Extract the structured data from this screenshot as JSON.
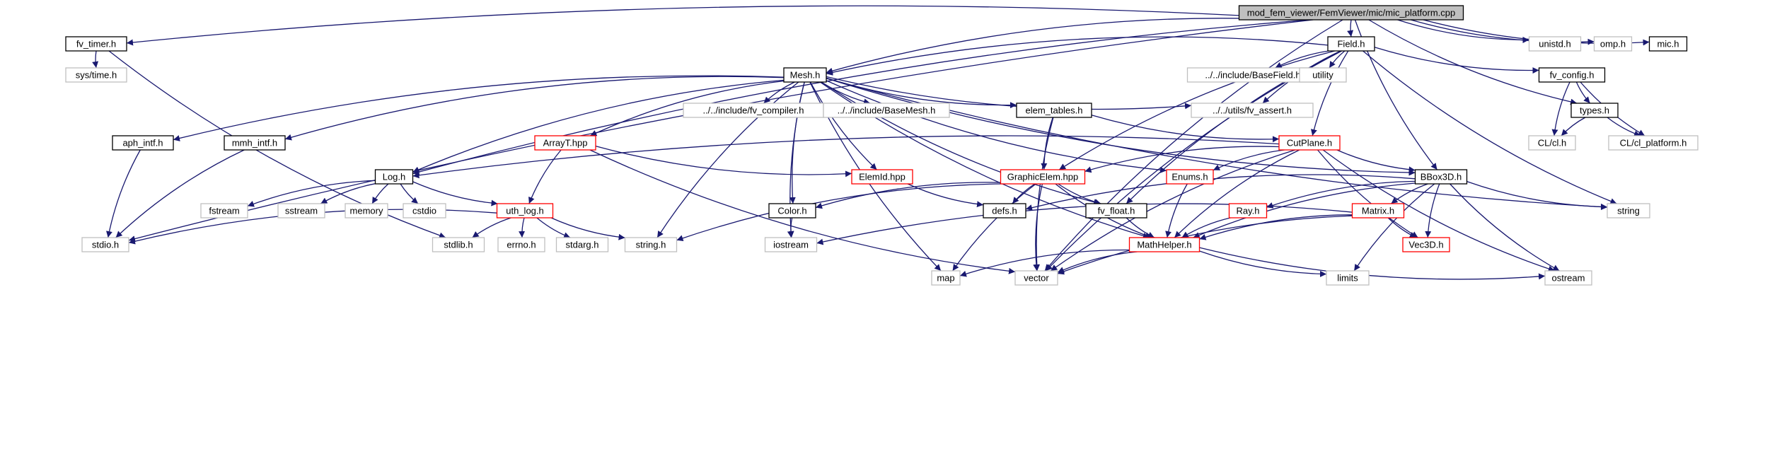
{
  "diagram": {
    "colors": {
      "edge": "#191970",
      "root_fill": "#bfbfbf",
      "local_border": "#000000",
      "linked_border": "#ff0000",
      "system_border": "#bfbfbf"
    },
    "nodes": [
      {
        "id": "mic_platform_cpp",
        "label": "mod_fem_viewer/FemViewer/mic/mic_platform.cpp",
        "kind": "root"
      },
      {
        "id": "fv_timer_h",
        "label": "fv_timer.h",
        "kind": "local"
      },
      {
        "id": "sys_time_h",
        "label": "sys/time.h",
        "kind": "system"
      },
      {
        "id": "field_h",
        "label": "Field.h",
        "kind": "local"
      },
      {
        "id": "unistd_h",
        "label": "unistd.h",
        "kind": "system"
      },
      {
        "id": "omp_h",
        "label": "omp.h",
        "kind": "system"
      },
      {
        "id": "mic_h",
        "label": "mic.h",
        "kind": "local"
      },
      {
        "id": "mesh_h",
        "label": "Mesh.h",
        "kind": "local"
      },
      {
        "id": "base_field_h",
        "label": "../../include/BaseField.h",
        "kind": "system"
      },
      {
        "id": "utility",
        "label": "utility",
        "kind": "system"
      },
      {
        "id": "fv_config_h",
        "label": "fv_config.h",
        "kind": "local"
      },
      {
        "id": "fv_compiler_h",
        "label": "../../include/fv_compiler.h",
        "kind": "system"
      },
      {
        "id": "base_mesh_h",
        "label": "../../include/BaseMesh.h",
        "kind": "system"
      },
      {
        "id": "elem_tables_h",
        "label": "elem_tables.h",
        "kind": "local"
      },
      {
        "id": "fv_assert_h",
        "label": "../../utils/fv_assert.h",
        "kind": "system"
      },
      {
        "id": "types_h",
        "label": "types.h",
        "kind": "local"
      },
      {
        "id": "aph_intf_h",
        "label": "aph_intf.h",
        "kind": "local"
      },
      {
        "id": "mmh_intf_h",
        "label": "mmh_intf.h",
        "kind": "local"
      },
      {
        "id": "array_t_hpp",
        "label": "ArrayT.hpp",
        "kind": "linked"
      },
      {
        "id": "cut_plane_h",
        "label": "CutPlane.h",
        "kind": "linked"
      },
      {
        "id": "cl_h",
        "label": "CL/cl.h",
        "kind": "system"
      },
      {
        "id": "cl_platform_h",
        "label": "CL/cl_platform.h",
        "kind": "system"
      },
      {
        "id": "log_h",
        "label": "Log.h",
        "kind": "local"
      },
      {
        "id": "elem_id_hpp",
        "label": "ElemId.hpp",
        "kind": "linked"
      },
      {
        "id": "graphic_elem_hpp",
        "label": "GraphicElem.hpp",
        "kind": "linked"
      },
      {
        "id": "enums_h",
        "label": "Enums.h",
        "kind": "linked"
      },
      {
        "id": "bbox3d_h",
        "label": "BBox3D.h",
        "kind": "local"
      },
      {
        "id": "fstream",
        "label": "fstream",
        "kind": "system"
      },
      {
        "id": "sstream",
        "label": "sstream",
        "kind": "system"
      },
      {
        "id": "memory",
        "label": "memory",
        "kind": "system"
      },
      {
        "id": "cstdio",
        "label": "cstdio",
        "kind": "system"
      },
      {
        "id": "uth_log_h",
        "label": "uth_log.h",
        "kind": "linked"
      },
      {
        "id": "color_h",
        "label": "Color.h",
        "kind": "local"
      },
      {
        "id": "defs_h",
        "label": "defs.h",
        "kind": "local"
      },
      {
        "id": "fv_float_h",
        "label": "fv_float.h",
        "kind": "local"
      },
      {
        "id": "ray_h",
        "label": "Ray.h",
        "kind": "linked"
      },
      {
        "id": "matrix_h",
        "label": "Matrix.h",
        "kind": "linked"
      },
      {
        "id": "string",
        "label": "string",
        "kind": "system"
      },
      {
        "id": "stdio_h",
        "label": "stdio.h",
        "kind": "system"
      },
      {
        "id": "stdlib_h",
        "label": "stdlib.h",
        "kind": "system"
      },
      {
        "id": "errno_h",
        "label": "errno.h",
        "kind": "system"
      },
      {
        "id": "stdarg_h",
        "label": "stdarg.h",
        "kind": "system"
      },
      {
        "id": "string_h",
        "label": "string.h",
        "kind": "system"
      },
      {
        "id": "iostream",
        "label": "iostream",
        "kind": "system"
      },
      {
        "id": "math_helper_h",
        "label": "MathHelper.h",
        "kind": "linked"
      },
      {
        "id": "vec3d_h",
        "label": "Vec3D.h",
        "kind": "linked"
      },
      {
        "id": "map",
        "label": "map",
        "kind": "system"
      },
      {
        "id": "vector",
        "label": "vector",
        "kind": "system"
      },
      {
        "id": "limits",
        "label": "limits",
        "kind": "system"
      },
      {
        "id": "ostream",
        "label": "ostream",
        "kind": "system"
      }
    ],
    "edges": [
      [
        "mic_platform_cpp",
        "fv_timer_h"
      ],
      [
        "mic_platform_cpp",
        "field_h"
      ],
      [
        "mic_platform_cpp",
        "unistd_h"
      ],
      [
        "mic_platform_cpp",
        "omp_h"
      ],
      [
        "mic_platform_cpp",
        "mic_h"
      ],
      [
        "mic_platform_cpp",
        "mesh_h"
      ],
      [
        "mic_platform_cpp",
        "log_h"
      ],
      [
        "mic_platform_cpp",
        "stdio_h"
      ],
      [
        "mic_platform_cpp",
        "types_h"
      ],
      [
        "mic_platform_cpp",
        "bbox3d_h"
      ],
      [
        "mic_platform_cpp",
        "vector"
      ],
      [
        "fv_timer_h",
        "sys_time_h"
      ],
      [
        "fv_timer_h",
        "stdlib_h"
      ],
      [
        "field_h",
        "mesh_h"
      ],
      [
        "field_h",
        "base_field_h"
      ],
      [
        "field_h",
        "utility"
      ],
      [
        "field_h",
        "fv_config_h"
      ],
      [
        "field_h",
        "fv_assert_h"
      ],
      [
        "field_h",
        "cut_plane_h"
      ],
      [
        "field_h",
        "graphic_elem_hpp"
      ],
      [
        "field_h",
        "fv_float_h"
      ],
      [
        "field_h",
        "string"
      ],
      [
        "field_h",
        "vector"
      ],
      [
        "fv_config_h",
        "types_h"
      ],
      [
        "fv_config_h",
        "cl_h"
      ],
      [
        "fv_config_h",
        "cl_platform_h"
      ],
      [
        "types_h",
        "cl_h"
      ],
      [
        "types_h",
        "cl_platform_h"
      ],
      [
        "mesh_h",
        "fv_compiler_h"
      ],
      [
        "mesh_h",
        "base_mesh_h"
      ],
      [
        "mesh_h",
        "elem_tables_h"
      ],
      [
        "mesh_h",
        "fv_assert_h"
      ],
      [
        "mesh_h",
        "aph_intf_h"
      ],
      [
        "mesh_h",
        "mmh_intf_h"
      ],
      [
        "mesh_h",
        "array_t_hpp"
      ],
      [
        "mesh_h",
        "log_h"
      ],
      [
        "mesh_h",
        "elem_id_hpp"
      ],
      [
        "mesh_h",
        "enums_h"
      ],
      [
        "mesh_h",
        "bbox3d_h"
      ],
      [
        "mesh_h",
        "color_h"
      ],
      [
        "mesh_h",
        "fv_float_h"
      ],
      [
        "mesh_h",
        "string"
      ],
      [
        "mesh_h",
        "string_h"
      ],
      [
        "mesh_h",
        "iostream"
      ],
      [
        "mesh_h",
        "math_helper_h"
      ],
      [
        "mesh_h",
        "map"
      ],
      [
        "elem_tables_h",
        "cut_plane_h"
      ],
      [
        "elem_tables_h",
        "graphic_elem_hpp"
      ],
      [
        "elem_tables_h",
        "vector"
      ],
      [
        "aph_intf_h",
        "stdio_h"
      ],
      [
        "mmh_intf_h",
        "stdio_h"
      ],
      [
        "array_t_hpp",
        "elem_id_hpp"
      ],
      [
        "array_t_hpp",
        "uth_log_h"
      ],
      [
        "array_t_hpp",
        "vector"
      ],
      [
        "cut_plane_h",
        "log_h"
      ],
      [
        "cut_plane_h",
        "graphic_elem_hpp"
      ],
      [
        "cut_plane_h",
        "enums_h"
      ],
      [
        "cut_plane_h",
        "bbox3d_h"
      ],
      [
        "cut_plane_h",
        "math_helper_h"
      ],
      [
        "cut_plane_h",
        "vec3d_h"
      ],
      [
        "cut_plane_h",
        "vector"
      ],
      [
        "cut_plane_h",
        "ostream"
      ],
      [
        "log_h",
        "fstream"
      ],
      [
        "log_h",
        "sstream"
      ],
      [
        "log_h",
        "memory"
      ],
      [
        "log_h",
        "cstdio"
      ],
      [
        "log_h",
        "uth_log_h"
      ],
      [
        "uth_log_h",
        "stdio_h"
      ],
      [
        "uth_log_h",
        "stdlib_h"
      ],
      [
        "uth_log_h",
        "errno_h"
      ],
      [
        "uth_log_h",
        "stdarg_h"
      ],
      [
        "uth_log_h",
        "string_h"
      ],
      [
        "elem_id_hpp",
        "defs_h"
      ],
      [
        "graphic_elem_hpp",
        "color_h"
      ],
      [
        "graphic_elem_hpp",
        "defs_h"
      ],
      [
        "graphic_elem_hpp",
        "fv_float_h"
      ],
      [
        "graphic_elem_hpp",
        "math_helper_h"
      ],
      [
        "graphic_elem_hpp",
        "string_h"
      ],
      [
        "graphic_elem_hpp",
        "map"
      ],
      [
        "graphic_elem_hpp",
        "vector"
      ],
      [
        "enums_h",
        "math_helper_h"
      ],
      [
        "bbox3d_h",
        "defs_h"
      ],
      [
        "bbox3d_h",
        "string"
      ],
      [
        "bbox3d_h",
        "ray_h"
      ],
      [
        "bbox3d_h",
        "matrix_h"
      ],
      [
        "bbox3d_h",
        "math_helper_h"
      ],
      [
        "bbox3d_h",
        "vec3d_h"
      ],
      [
        "bbox3d_h",
        "limits"
      ],
      [
        "bbox3d_h",
        "ostream"
      ],
      [
        "color_h",
        "iostream"
      ],
      [
        "fv_float_h",
        "math_helper_h"
      ],
      [
        "ray_h",
        "math_helper_h"
      ],
      [
        "matrix_h",
        "vec3d_h"
      ],
      [
        "matrix_h",
        "math_helper_h"
      ],
      [
        "matrix_h",
        "iostream"
      ],
      [
        "matrix_h",
        "vector"
      ],
      [
        "math_helper_h",
        "map"
      ],
      [
        "math_helper_h",
        "vector"
      ],
      [
        "math_helper_h",
        "limits"
      ],
      [
        "math_helper_h",
        "ostream"
      ]
    ]
  }
}
